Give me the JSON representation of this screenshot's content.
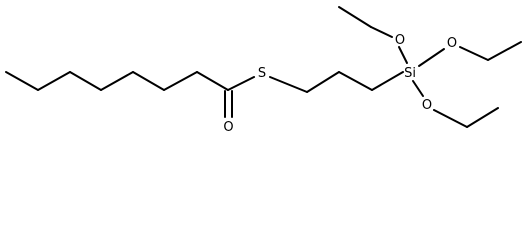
{
  "molecule": {
    "atom_labels": {
      "sulfur": "S",
      "carbonyl_oxygen": "O",
      "silicon": "Si",
      "ethoxy_oxygen_top": "O",
      "ethoxy_oxygen_right": "O",
      "ethoxy_oxygen_bottom": "O"
    },
    "colors": {
      "bond": "#000000",
      "label": "#000000",
      "background": "#ffffff"
    }
  }
}
